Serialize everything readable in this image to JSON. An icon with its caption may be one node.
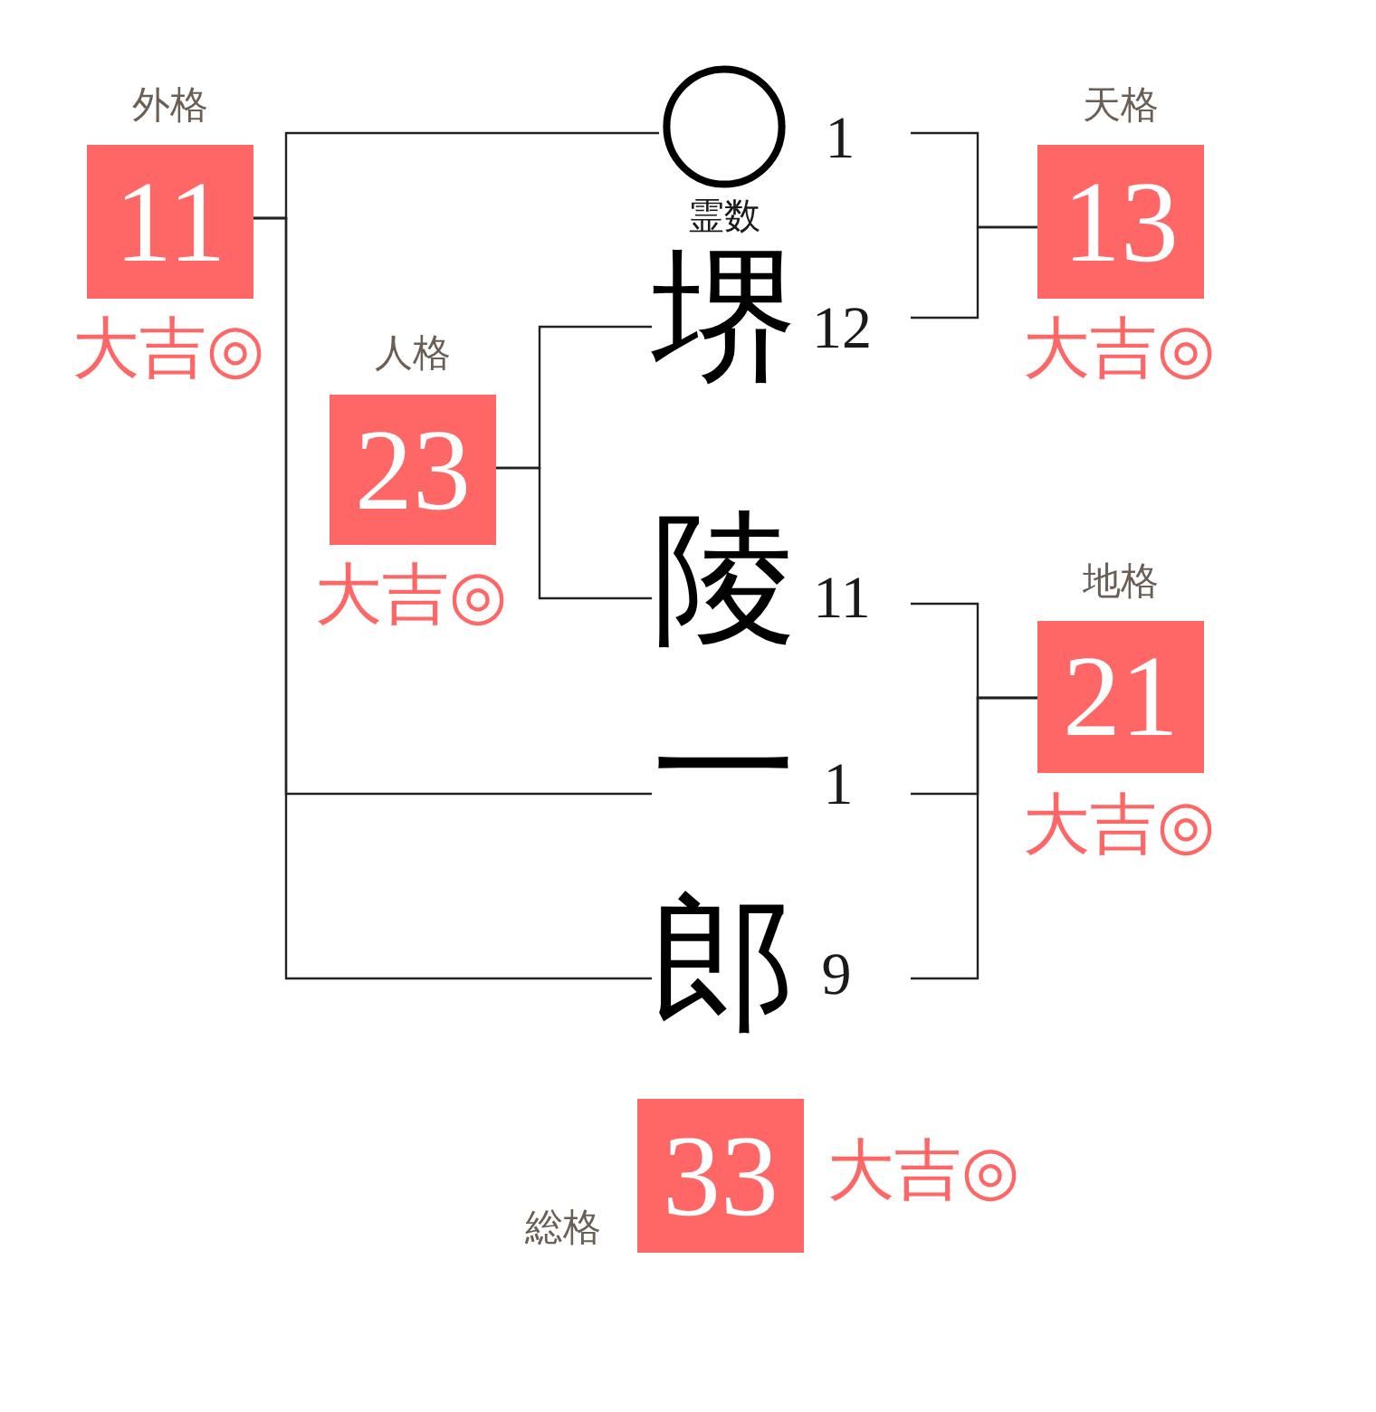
{
  "diagram": {
    "nodes": [
      {
        "text": [
          "外格",
          "11"
        ],
        "beside": [
          "大吉◎"
        ]
      },
      {
        "text": [],
        "shape": "circle",
        "beside": [
          "1",
          "霊数"
        ]
      },
      {
        "text": [
          "天格",
          "13"
        ],
        "beside": [
          "大吉◎"
        ]
      },
      {
        "text": [
          "堺"
        ],
        "beside": [
          "12"
        ]
      },
      {
        "text": [
          "人格",
          "23"
        ],
        "beside": [
          "大吉◎"
        ]
      },
      {
        "text": [
          "陵"
        ],
        "beside": [
          "11"
        ]
      },
      {
        "text": [
          "地格",
          "21"
        ],
        "beside": [
          "大吉◎"
        ]
      },
      {
        "text": [
          "一"
        ],
        "beside": [
          "1"
        ]
      },
      {
        "text": [
          "郎"
        ],
        "beside": [
          "9"
        ]
      },
      {
        "text": [
          "総格",
          "33"
        ],
        "beside": [
          "大吉◎"
        ]
      }
    ],
    "edges": [
      {
        "from": 0,
        "to": 1,
        "arrow": "none"
      },
      {
        "from": 0,
        "to": 7,
        "arrow": "none"
      },
      {
        "from": 0,
        "to": 8,
        "arrow": "none"
      },
      {
        "from": 2,
        "to": 1,
        "arrow": "none"
      },
      {
        "from": 2,
        "to": 3,
        "arrow": "none"
      },
      {
        "from": 4,
        "to": 3,
        "arrow": "none"
      },
      {
        "from": 4,
        "to": 5,
        "arrow": "none"
      },
      {
        "from": 6,
        "to": 5,
        "arrow": "none"
      },
      {
        "from": 6,
        "to": 7,
        "arrow": "none"
      },
      {
        "from": 6,
        "to": 8,
        "arrow": "none"
      }
    ]
  }
}
